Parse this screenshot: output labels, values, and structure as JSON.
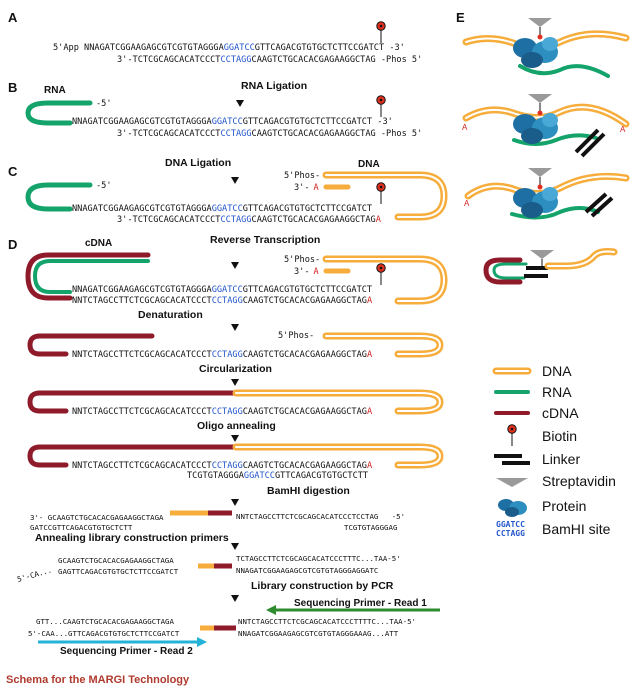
{
  "colors": {
    "dna": "#f6ad3c",
    "rna": "#14a46b",
    "cdna": "#8e1a2a",
    "bamhi": "#2255cc",
    "red_base": "#d62020",
    "green_primer": "#2e8b2e",
    "cyan_primer": "#22b3d6",
    "protein": "#2d8fbf",
    "caption": "#b03a2e"
  },
  "panels": {
    "A": {
      "letter": "A",
      "top_pre": "5'App NNAGATCGGAAGAGCGTCGTGTAGGGA",
      "top_site": "GGATCC",
      "top_post": "GTTCAGACGTGTGCTCTTCCGATCT -3'",
      "bot_pre": "3'-TCTCGCAGCACATCCCT",
      "bot_site": "CCTAGG",
      "bot_post": "CAAGTCTGCACACGAGAAGGCTAG -Phos 5'"
    },
    "B": {
      "letter": "B",
      "title": "RNA Ligation",
      "rna_label": "RNA",
      "rna_end": "-5'",
      "top_pre": "NNAGATCGGAAGAGCGTCGTGTAGGGA",
      "top_site": "GGATCC",
      "top_post": "GTTCAGACGTGTGCTCTTCCGATCT -3'",
      "bot_pre": "3'-TCTCGCAGCACATCCCT",
      "bot_site": "CCTAGG",
      "bot_post": "CAAGTCTGCACACGAGAAGGCTAG -Phos 5'"
    },
    "C": {
      "letter": "C",
      "title": "DNA Ligation",
      "dna_label": "DNA",
      "rna_end": "-5'",
      "phos": "5'Phos-",
      "three": "3'-",
      "red_a": "A",
      "top_pre": "NNAGATCGGAAGAGCGTCGTGTAGGGA",
      "top_site": "GGATCC",
      "top_post": "GTTCAGACGTGTGCTCTTCCGATCT",
      "bot_pre": "3'-TCTCGCAGCACATCCCT",
      "bot_site": "CCTAGG",
      "bot_post": "CAAGTCTGCACACGAGAAGGCTAG",
      "bot_a": "A"
    },
    "D": {
      "letter": "D",
      "cdna_label": "cDNA",
      "rt": {
        "title": "Reverse Transcription",
        "phos": "5'Phos-",
        "three": "3'-",
        "red_a": "A",
        "top_pre": "NNAGATCGGAAGAGCGTCGTGTAGGGA",
        "top_site": "GGATCC",
        "top_post": "GTTCAGACGTGTGCTCTTCCGATCT",
        "bot_pre": "NNTCTAGCCTTCTCGCAGCACATCCCT",
        "bot_site": "CCTAGG",
        "bot_post": "CAAGTCTGCACACGAGAAGGCTAG",
        "bot_a": "A"
      },
      "den": {
        "title": "Denaturation",
        "phos": "5'Phos-",
        "pre": "NNTCTAGCCTTCTCGCAGCACATCCCT",
        "site": "CCTAGG",
        "post": "CAAGTCTGCACACGAGAAGGCTAG",
        "a": "A"
      },
      "circ": {
        "title": "Circularization",
        "pre": "NNTCTAGCCTTCTCGCAGCACATCCCT",
        "site": "CCTAGG",
        "post": "CAAGTCTGCACACGAGAAGGCTAG",
        "a": "A"
      },
      "oligo": {
        "title": "Oligo annealing",
        "pre": "NNTCTAGCCTTCTCGCAGCACATCCCT",
        "site": "CCTAGG",
        "post": "CAAGTCTGCACACGAGAAGGCTAG",
        "a": "A",
        "oligo_pre": "TCGTGTAGGGA",
        "oligo_site": "GGATCC",
        "oligo_post": "GTTCAGACGTGTGCTCTT"
      },
      "bam": {
        "title": "BamHI digestion",
        "l1": "3'- GCAAGTCTGCACACGAGAAGGCTAGA",
        "l2": "GATCCGTTCAGACGTGTGCTCTT",
        "r1": "NNTCTAGCCTTCTCGCAGCACATCCCTCCTAG   -5'",
        "r2": "TCGTGTAGGGAG"
      },
      "ann": {
        "title": "Annealing library construction primers",
        "l1": "GCAAGTCTGCACACGAGAAGGCTAGA",
        "l2": "GAGTTCAGACGTGTGCTCTTCCGATCT",
        "lp": "5'-CA...",
        "r1": "TCTAGCCTTCTCGCAGCACATCCCTTTC...TAA-5'",
        "r2": "NNAGATCGGAAGAGCGTCGTGTAGGGAGGATC"
      },
      "pcr": {
        "title": "Library construction by PCR",
        "l1": "GTT...CAAGTCTGCACACGAGAAGGCTAGA",
        "l2": "5'-CAA...GTTCAGACGTGTGCTCTTCCGATCT",
        "r1": "NNTCTAGCCTTCTCGCAGCACATCCCTTTTC...TAA-5'",
        "r2": "NNAGATCGGAAGAGCGTCGTGTAGGGAAAG...ATT",
        "read1": "Sequencing Primer - Read 1",
        "read2": "Sequencing Primer - Read 2"
      }
    },
    "E": {
      "letter": "E"
    }
  },
  "legend": [
    {
      "key": "dna",
      "label": "DNA"
    },
    {
      "key": "rna",
      "label": "RNA"
    },
    {
      "key": "cdna",
      "label": "cDNA"
    },
    {
      "key": "biotin",
      "label": "Biotin"
    },
    {
      "key": "linker",
      "label": "Linker"
    },
    {
      "key": "strep",
      "label": "Streptavidin"
    },
    {
      "key": "protein",
      "label": "Protein"
    },
    {
      "key": "bamhi",
      "label": "BamHI site",
      "site_top": "GGATCC",
      "site_bot": "CCTAGG"
    }
  ],
  "caption": "Schema for the MARGI Technology"
}
